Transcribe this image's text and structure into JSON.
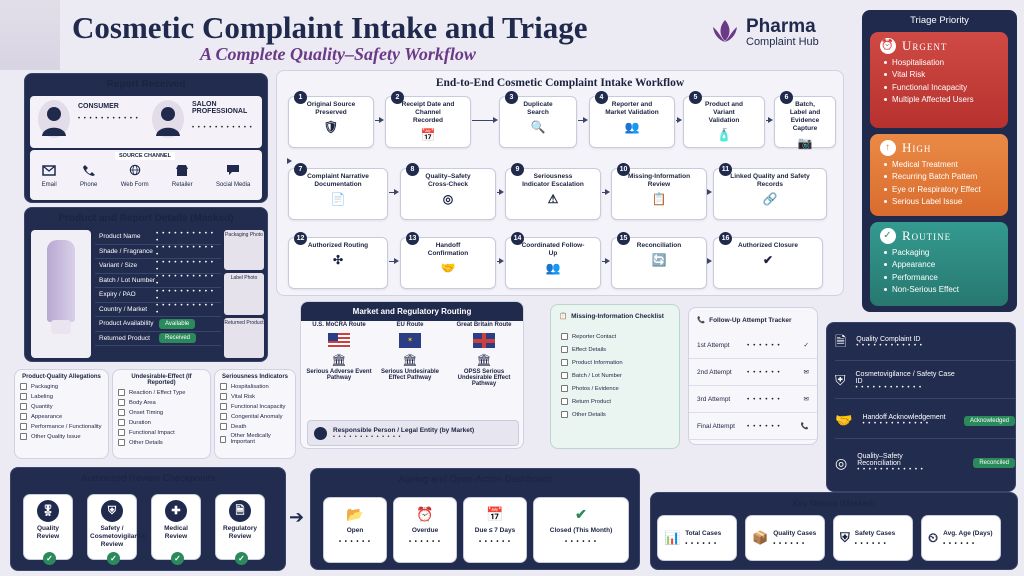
{
  "title": "Cosmetic Complaint Intake and Triage",
  "subtitle": "A Complete Quality–Safety Workflow",
  "brand": {
    "name": "Pharma",
    "tag": "Complaint Hub"
  },
  "colors": {
    "navy": "#1f2a4d",
    "urgent": "#c9403c",
    "high": "#e37b3c",
    "routine": "#2f8f86",
    "accent": "#2b8a5b"
  },
  "report": {
    "heading": "Report Received",
    "consumer": "CONSUMER",
    "salon": "SALON PROFESSIONAL",
    "dots": "• • • • • • • • • • •",
    "source_title": "SOURCE CHANNEL",
    "channels": [
      "Email",
      "Phone",
      "Web Form",
      "Retailer",
      "Social Media"
    ]
  },
  "product": {
    "heading": "Product and Report Details (Masked)",
    "rows": [
      "Product Name",
      "Shade / Fragrance",
      "Variant / Size",
      "Batch / Lot Number",
      "Expiry / PAO",
      "Country / Market",
      "Product Availability",
      "Returned Product"
    ],
    "dots": "• • • • • • • • • • •",
    "available": "Available",
    "received": "Received",
    "photos": [
      "Packaging Photo",
      "Label Photo",
      "Returned Product"
    ]
  },
  "allegations": {
    "pq": {
      "title": "Product-Quality Allegations",
      "items": [
        "Packaging",
        "Labeling",
        "Quantity",
        "Appearance",
        "Performance / Functionality",
        "Other Quality Issue"
      ]
    },
    "ue": {
      "title": "Undesirable-Effect (If Reported)",
      "items": [
        "Reaction / Effect Type",
        "Body Area",
        "Onset Timing",
        "Duration",
        "Functional Impact",
        "Other Details"
      ]
    },
    "si": {
      "title": "Seriousness Indicators",
      "items": [
        "Hospitalisation",
        "Vital Risk",
        "Functional Incapacity",
        "Congenital Anomaly",
        "Death",
        "Other Medically Important"
      ]
    }
  },
  "workflow": {
    "heading": "End-to-End Cosmetic Complaint Intake Workflow",
    "steps": [
      "Original Source Preserved",
      "Receipt Date and Channel Recorded",
      "Duplicate Search",
      "Reporter and Market Validation",
      "Product and Variant Validation",
      "Batch, Label and Evidence Capture",
      "Complaint Narrative Documentation",
      "Quality–Safety Cross-Check",
      "Seriousness Indicator Escalation",
      "Missing-Information Review",
      "Linked Quality and Safety Records",
      "Authorized Routing",
      "Handoff Confirmation",
      "Coordinated Follow-Up",
      "Reconciliation",
      "Authorized Closure"
    ]
  },
  "triage": {
    "heading": "Triage Priority",
    "urgent": {
      "label": "Urgent",
      "items": [
        "Hospitalisation",
        "Vital Risk",
        "Functional Incapacity",
        "Multiple Affected Users"
      ]
    },
    "high": {
      "label": "High",
      "items": [
        "Medical Treatment",
        "Recurring Batch Pattern",
        "Eye or Respiratory Effect",
        "Serious Label Issue"
      ]
    },
    "routine": {
      "label": "Routine",
      "items": [
        "Packaging",
        "Appearance",
        "Performance",
        "Non-Serious Effect"
      ]
    }
  },
  "routing": {
    "heading": "Market and Regulatory Routing",
    "us": {
      "title": "U.S. MoCRA Route",
      "desc": "Serious Adverse Event Pathway"
    },
    "eu": {
      "title": "EU Route",
      "desc": "Serious Undesirable Effect Pathway"
    },
    "gb": {
      "title": "Great Britain Route",
      "desc": "OPSS Serious Undesirable Effect Pathway"
    },
    "rp": "Responsible Person / Legal Entity (by Market)",
    "dots": "• • • • • • • • • • • • •"
  },
  "checklist": {
    "heading": "Missing-Information Checklist",
    "items": [
      "Reporter Contact",
      "Effect Details",
      "Product Information",
      "Batch / Lot Number",
      "Photos / Evidence",
      "Return Product",
      "Other Details"
    ]
  },
  "followup": {
    "heading": "Follow-Up Attempt Tracker",
    "attempts": [
      "1st Attempt",
      "2nd Attempt",
      "3rd Attempt",
      "Final Attempt"
    ],
    "dots": "• • • • • •"
  },
  "ids": {
    "qc": "Quality Complaint ID",
    "cv": "Cosmetovigilance / Safety Case ID",
    "handoff": "Handoff Acknowledgement",
    "recon": "Quality–Safety Reconciliation",
    "ack": "Acknowledged",
    "reconciled": "Reconciled",
    "dots": "• • • • • • • • • • • •"
  },
  "review": {
    "heading": "Authorized Review Checkpoints",
    "items": [
      "Quality Review",
      "Safety / Cosmetovigilance Review",
      "Medical Review",
      "Regulatory Review"
    ]
  },
  "ageing": {
    "heading": "Ageing and Open-Action Dashboard",
    "items": [
      "Open",
      "Overdue",
      "Due ≤ 7 Days",
      "Closed (This Month)"
    ],
    "dots": "• • • • • •"
  },
  "metrics": {
    "heading": "Key Metrics (Masked)",
    "items": [
      "Total Cases",
      "Quality Cases",
      "Safety Cases",
      "Avg. Age (Days)"
    ],
    "dots": "• • • • • •"
  }
}
